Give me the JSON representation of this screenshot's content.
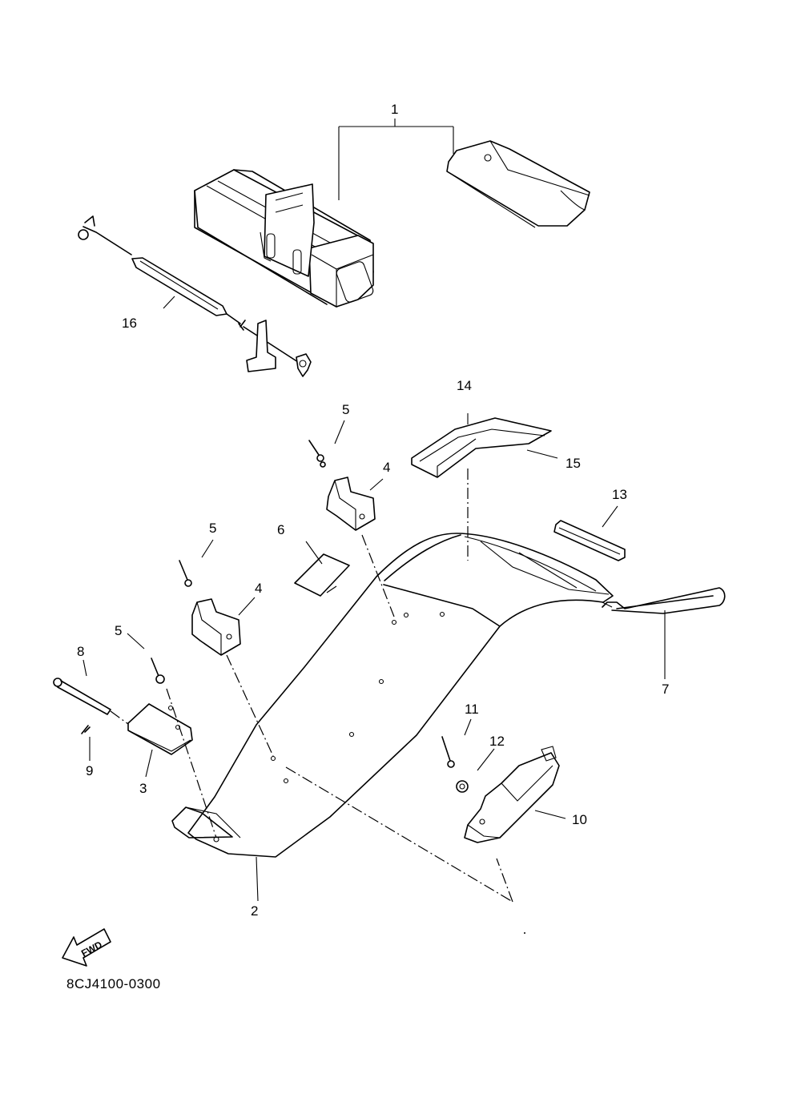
{
  "callouts": {
    "c1": "1",
    "c2": "2",
    "c3": "3",
    "c4a": "4",
    "c4b": "4",
    "c5a": "5",
    "c5b": "5",
    "c5c": "5",
    "c6": "6",
    "c7": "7",
    "c8": "8",
    "c9": "9",
    "c10": "10",
    "c11": "11",
    "c12": "12",
    "c13": "13",
    "c14": "14",
    "c15": "15",
    "c16": "16"
  },
  "fwd_label": "FWD",
  "part_code": "8CJ4100-0300",
  "colors": {
    "ink": "#000000",
    "paper": "#ffffff"
  }
}
